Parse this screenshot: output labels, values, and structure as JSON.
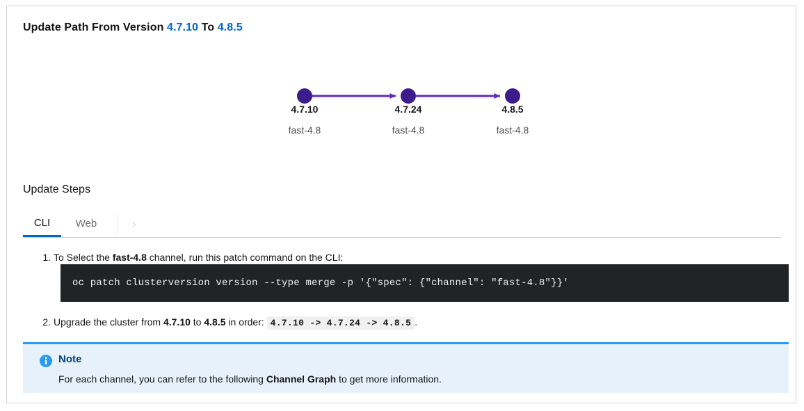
{
  "header": {
    "prefix": "Update Path From Version",
    "from_version": "4.7.10",
    "conjunction": "To",
    "to_version": "4.8.5"
  },
  "graph": {
    "nodes": [
      {
        "version": "4.7.10",
        "channel": "fast-4.8"
      },
      {
        "version": "4.7.24",
        "channel": "fast-4.8"
      },
      {
        "version": "4.8.5",
        "channel": "fast-4.8"
      }
    ],
    "node_color": "#3c1c8c",
    "edge_color": "#5f2bbf"
  },
  "steps_section": {
    "title": "Update Steps",
    "tabs": [
      {
        "label": "CLI",
        "active": true
      },
      {
        "label": "Web",
        "active": false
      }
    ],
    "scroll_right_glyph": "›"
  },
  "steps": {
    "step1": {
      "number": "1.",
      "text_before": "To Select the ",
      "channel": "fast-4.8",
      "text_after": " channel, run this patch command on the CLI:",
      "command": "oc patch clusterversion version --type merge -p '{\"spec\": {\"channel\": \"fast-4.8\"}}'"
    },
    "step2": {
      "number": "2.",
      "text_before": "Upgrade the cluster from ",
      "from_version": "4.7.10",
      "text_middle": " to ",
      "to_version": "4.8.5",
      "text_after": " in order: ",
      "order_code": "4.7.10 -> 4.7.24 -> 4.8.5",
      "text_end": "."
    }
  },
  "note": {
    "icon": "info-circle-icon",
    "title": "Note",
    "body_before": "For each channel, you can refer to the following ",
    "link_text": "Channel Graph",
    "body_after": " to get more information.",
    "accent_color": "#2b9af3"
  }
}
